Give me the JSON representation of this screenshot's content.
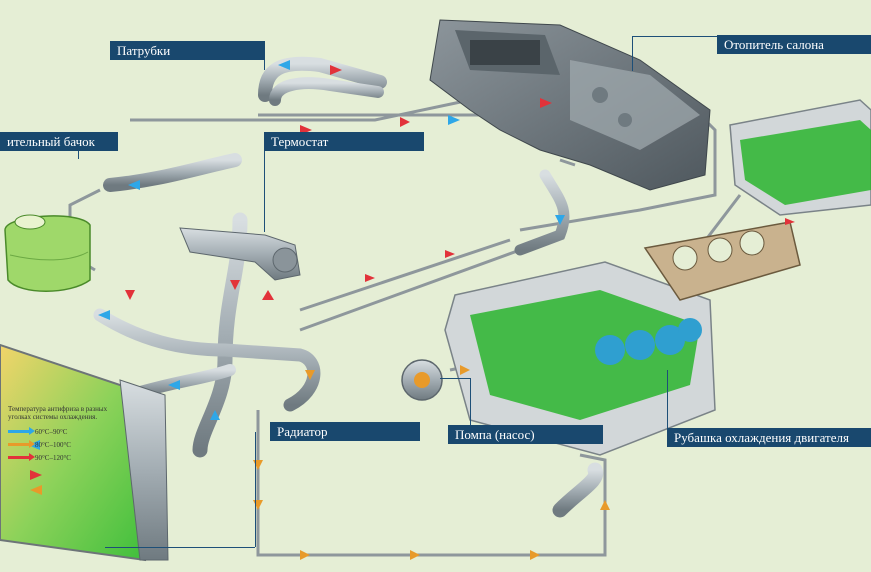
{
  "labels": {
    "hoses": "Патрубки",
    "expansion_tank": "ительный бачок",
    "thermostat": "Термостат",
    "heater": "Отопитель салона",
    "radiator": "Радиатор",
    "pump": "Помпа (насос)",
    "jacket": "Рубашка охлаждения двигателя"
  },
  "legend": {
    "title": "Температура антифриза в разных уголках системы охлаждения.",
    "items": [
      {
        "label": "60°С–90°С",
        "color": "#2ea7e8"
      },
      {
        "label": "80°С–100°С",
        "color": "#e89a2a"
      },
      {
        "label": "90°С–120°С",
        "color": "#e2323a"
      }
    ]
  },
  "colors": {
    "background": "#e5eed5",
    "label_bg": "#19486e",
    "coolant_green": "#2bb52e",
    "metal": "#a9b2b7"
  }
}
